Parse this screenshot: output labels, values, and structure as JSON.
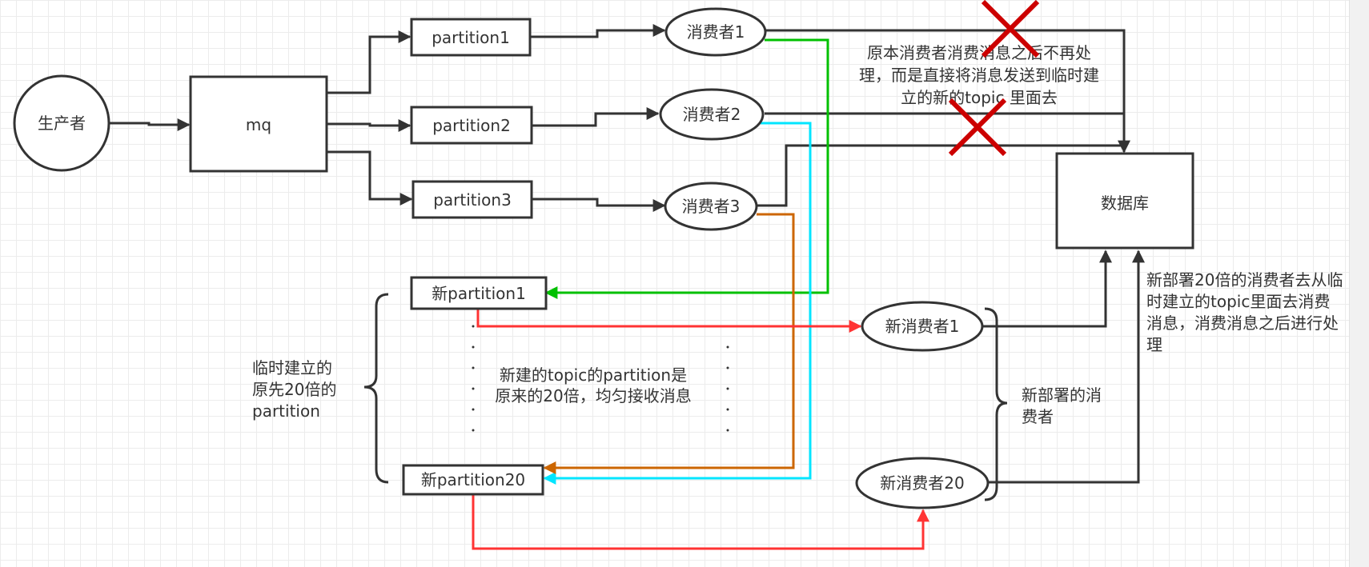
{
  "nodes": {
    "producer": "生产者",
    "mq": "mq",
    "partition1": "partition1",
    "partition2": "partition2",
    "partition3": "partition3",
    "consumer1": "消费者1",
    "consumer2": "消费者2",
    "consumer3": "消费者3",
    "database": "数据库",
    "new_partition1": "新partition1",
    "new_partition20": "新partition20",
    "new_consumer1": "新消费者1",
    "new_consumer20": "新消费者20"
  },
  "notes": {
    "top_note": [
      "原本消费者消费消息之后不再处",
      "理，而是直接将消息发送到临时建",
      "立的新的topic 里面去"
    ],
    "middle_note": [
      "新建的topic的partition是",
      "原来的20倍，均匀接收消息"
    ],
    "left_brace_label": [
      "临时建立的",
      "原先20倍的",
      "partition"
    ],
    "right_brace_label": [
      "新部署的消",
      "费者"
    ],
    "right_note": [
      "新部署20倍的消费者去从临",
      "时建立的topic里面去消费",
      "消息，消费消息之后进行处",
      "理"
    ]
  },
  "colors": {
    "line": "#333333",
    "green": "#00c000",
    "cyan": "#00e5ff",
    "orange": "#cc6600",
    "red": "#ff3333",
    "cross": "#cc0000",
    "grid": "#ececec"
  }
}
